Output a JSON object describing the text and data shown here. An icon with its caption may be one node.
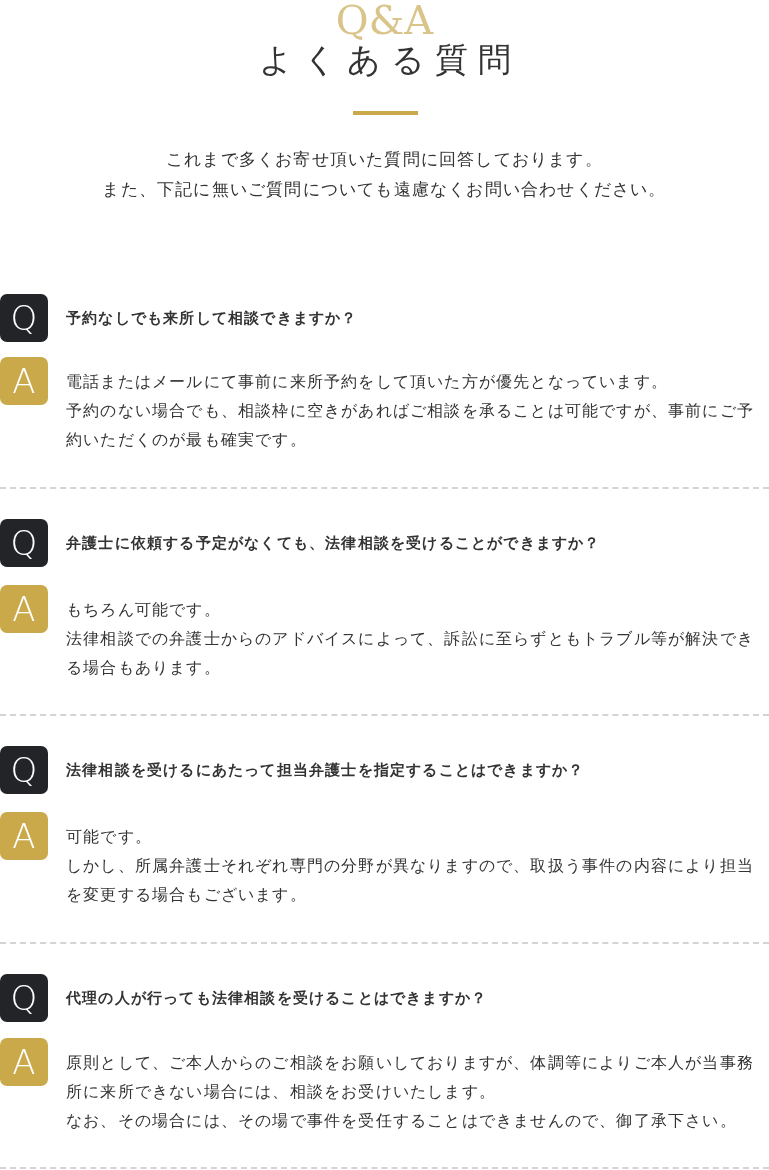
{
  "diagram": {
    "title": "よくある質問",
    "nodes": [
      {
        "text": [
          "Q"
        ],
        "beside": [
          "予約なしでも来所して相談できますか？"
        ]
      },
      {
        "text": [
          "A"
        ],
        "beside": [
          "電話またはメールにて事前に来所予約をして頂いた方が優先となっています。",
          "予約のない場合でも、相談枠に空きがあればご相談を承ることは可能ですが、事前にご予約いただくのが最も確実です。"
        ]
      },
      {
        "text": [
          "Q"
        ],
        "beside": [
          "弁護士に依頼する予定がなくても、法律相談を受けることができますか？"
        ]
      },
      {
        "text": [
          "A"
        ],
        "beside": [
          "もちろん可能です。",
          "法律相談での弁護士からのアドバイスによって、訴訟に至らずともトラブル等が解決できる場合もあります。"
        ]
      },
      {
        "text": [
          "Q"
        ],
        "beside": [
          "法律相談を受けるにあたって担当弁護士を指定することはできますか？"
        ]
      },
      {
        "text": [
          "A"
        ],
        "beside": [
          "可能です。",
          "しかし、所属弁護士それぞれ専門の分野が異なりますので、取扱う事件の内容により担当を変更する場合もございます。"
        ]
      },
      {
        "text": [
          "Q"
        ],
        "beside": [
          "代理の人が行っても法律相談を受けることはできますか？"
        ]
      },
      {
        "text": [
          "A"
        ],
        "beside": [
          "原則として、ご本人からのご相談をお願いしておりますが、体調等によりご本人が当事務所に来所できない場合には、相談をお受けいたします。",
          "なお、その場合には、その場で事件を受任することはできませんので、御了承下さい。"
        ]
      }
    ],
    "labels": [
      "Q&A",
      "これまで多くお寄せ頂いた質問に回答しております。",
      "また、下記に無いご質問についても遠慮なくお問い合わせください。"
    ]
  }
}
